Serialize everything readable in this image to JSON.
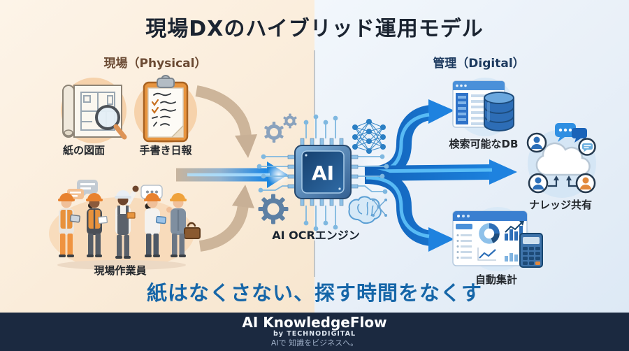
{
  "title": "現場DXのハイブリッド運用モデル",
  "physical": {
    "header": "現場（Physical）",
    "items": {
      "blueprint": "紙の図面",
      "report": "手書き日報",
      "workers": "現場作業員"
    }
  },
  "engine": {
    "chip_text": "AI",
    "caption": "AI OCRエンジン"
  },
  "digital": {
    "header": "管理（Digital）",
    "items": {
      "db": "検索可能なDB",
      "knowledge": "ナレッジ共有",
      "tally": "自動集計"
    }
  },
  "slogan": "紙はなくさない、探す時間をなくす",
  "footer": {
    "brand": "AI KnowledgeFlow",
    "byline": "by TECHNODIGITAL",
    "tagline": "AIで 知識をビジネスへ。"
  },
  "colors": {
    "physical_bg": "#fbeedd",
    "digital_bg": "#e9f0f8",
    "physical_header": "#6b4a33",
    "digital_header": "#1d3a5f",
    "title_text": "#1b2431",
    "slogan_text": "#1666a8",
    "arrow_blue": "#1e88e5",
    "arrow_tan": "#cdb59a",
    "footer_bg": "#1b2940",
    "accent_orange": "#e8953f"
  }
}
